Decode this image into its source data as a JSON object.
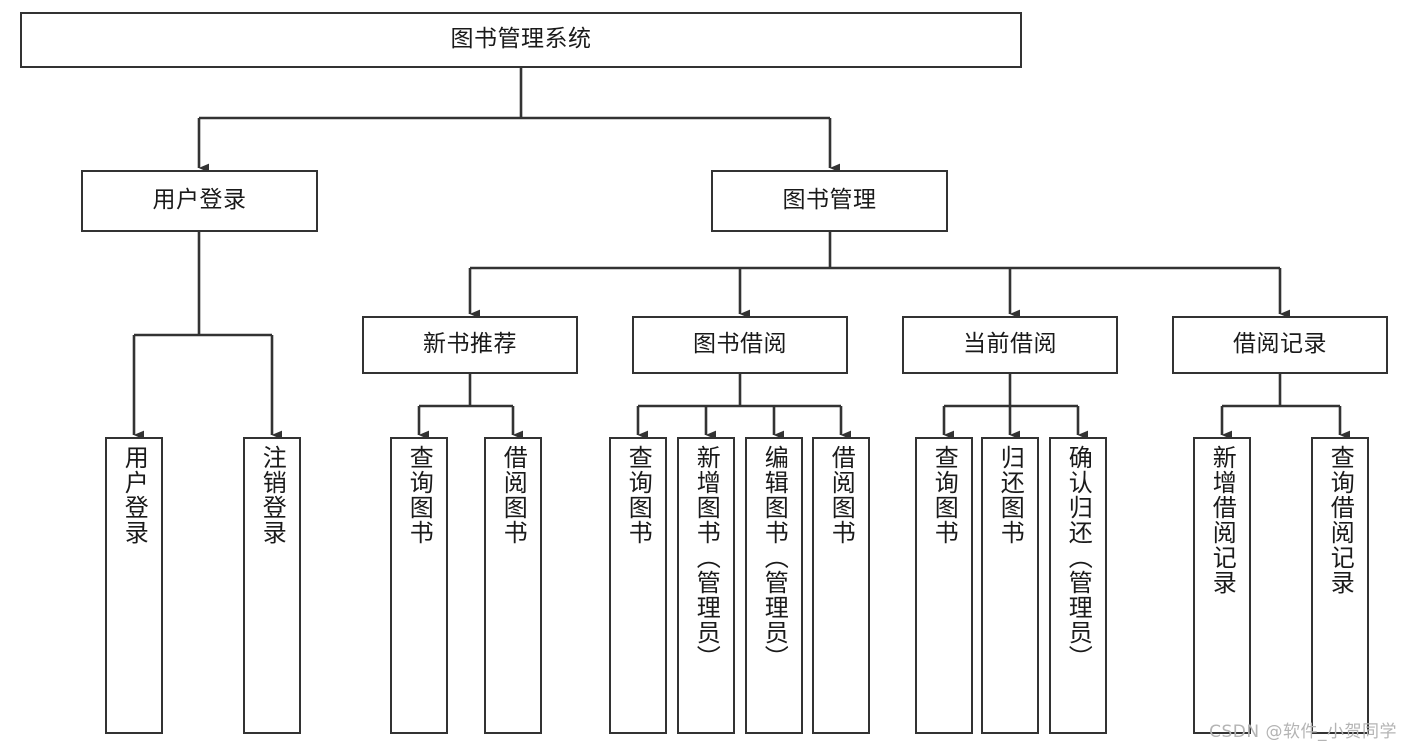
{
  "diagram": {
    "title": "图书管理系统",
    "type": "tree-hierarchy-diagram",
    "root": {
      "label": "图书管理系统"
    },
    "level1": [
      {
        "label": "用户登录"
      },
      {
        "label": "图书管理"
      }
    ],
    "level2": [
      {
        "label": "新书推荐"
      },
      {
        "label": "图书借阅"
      },
      {
        "label": "当前借阅"
      },
      {
        "label": "借阅记录"
      }
    ],
    "leaves": {
      "user_login": [
        {
          "label": "用户登录"
        },
        {
          "label": "注销登录"
        }
      ],
      "new_book_recommend": [
        {
          "label": "查询图书"
        },
        {
          "label": "借阅图书"
        }
      ],
      "book_borrow": [
        {
          "label": "查询图书"
        },
        {
          "label": "新增图书（管理员）"
        },
        {
          "label": "编辑图书（管理员）"
        },
        {
          "label": "借阅图书"
        }
      ],
      "current_borrow": [
        {
          "label": "查询图书"
        },
        {
          "label": "归还图书"
        },
        {
          "label": "确认归还（管理员）"
        }
      ],
      "borrow_record": [
        {
          "label": "新增借阅记录"
        },
        {
          "label": "查询借阅记录"
        }
      ]
    }
  },
  "watermark": {
    "text": "CSDN @软件_小贺同学"
  },
  "colors": {
    "stroke": "#333333",
    "background": "#ffffff",
    "text": "#1a1a1a",
    "watermark": "#b4b4b4"
  }
}
